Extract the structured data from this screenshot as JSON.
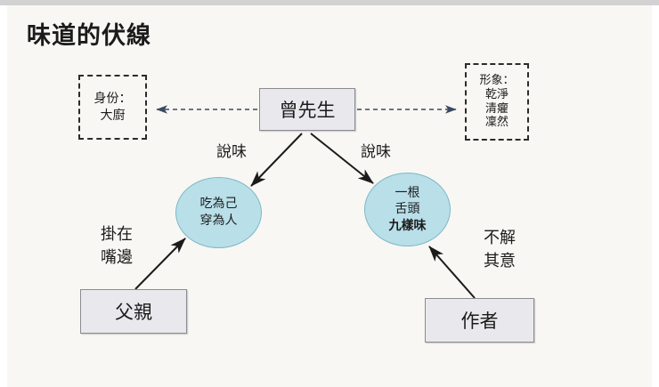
{
  "slide": {
    "title": "味道的伏線",
    "background_color": "#f8f7f3",
    "accent_fill_ellipse": "#b9dfe9",
    "accent_fill_box": "#e9e9ed",
    "line_color": "#1b1b1b",
    "dashed_arrow_color": "#3b4a63"
  },
  "nodes": {
    "center": {
      "label": "曾先生",
      "shape": "rectangle"
    },
    "identity": {
      "line1": "身份：",
      "line2": "大廚",
      "shape": "dashed-rectangle"
    },
    "image": {
      "line1": "形象：",
      "line2": "乾淨",
      "line3": "清癯",
      "line4": "凜然",
      "shape": "dashed-rectangle"
    },
    "left_ellipse": {
      "line1": "吃為己",
      "line2": "穿為人",
      "shape": "ellipse"
    },
    "right_ellipse": {
      "line1": "一根",
      "line2": "舌頭",
      "line3": "九樣味",
      "shape": "ellipse"
    },
    "father": {
      "label": "父親",
      "shape": "rectangle"
    },
    "author": {
      "label": "作者",
      "shape": "rectangle"
    }
  },
  "edge_labels": {
    "say_taste_left": "說味",
    "say_taste_right": "說味",
    "hang_on_mouth_line1": "掛在",
    "hang_on_mouth_line2": "嘴邊",
    "puzzled_line1": "不解",
    "puzzled_line2": "其意"
  }
}
